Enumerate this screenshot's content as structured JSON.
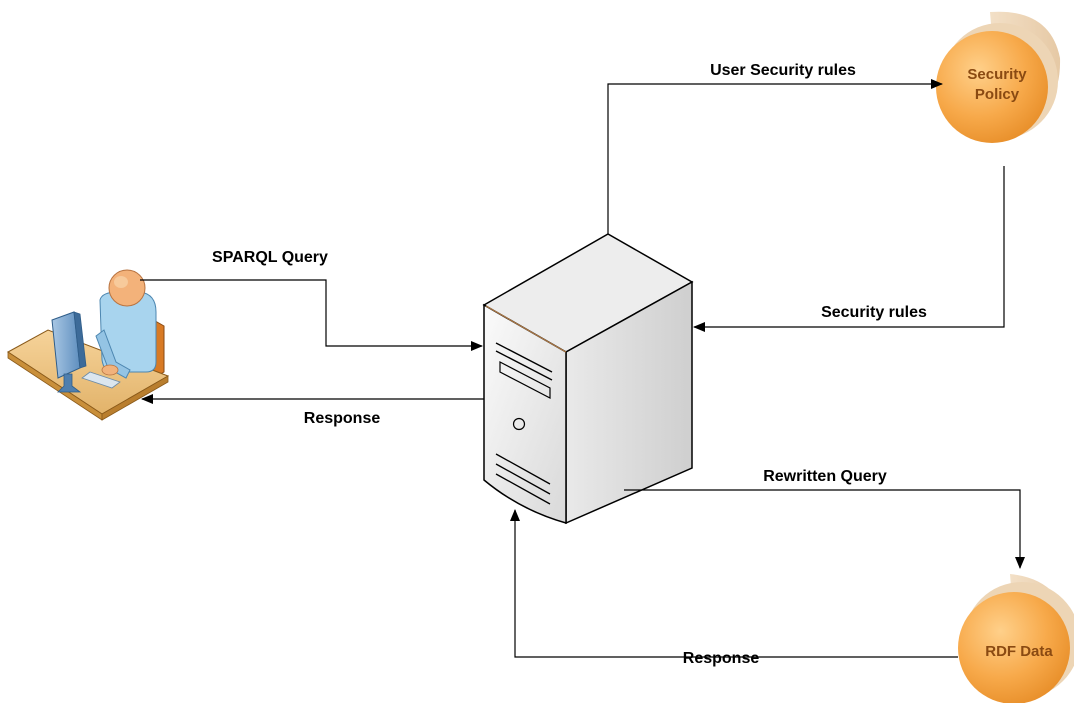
{
  "nodes": {
    "user": {
      "kind": "user-at-workstation-icon"
    },
    "server": {
      "kind": "server-tower-icon"
    },
    "security_policy": {
      "label_line1": "Security",
      "label_line2": "Policy",
      "color": "#f7a94a"
    },
    "rdf_data": {
      "label": "RDF Data",
      "color": "#f7a94a"
    }
  },
  "edges": {
    "sparql_query": "SPARQL Query",
    "response_to_user": "Response",
    "user_security_rules": "User Security rules",
    "security_rules": "Security rules",
    "rewritten_query": "Rewritten Query",
    "response_from_rdf": "Response"
  },
  "colors": {
    "node_fill": "#f7a94a",
    "node_text": "#8a4a12",
    "arrows": "#000000"
  }
}
